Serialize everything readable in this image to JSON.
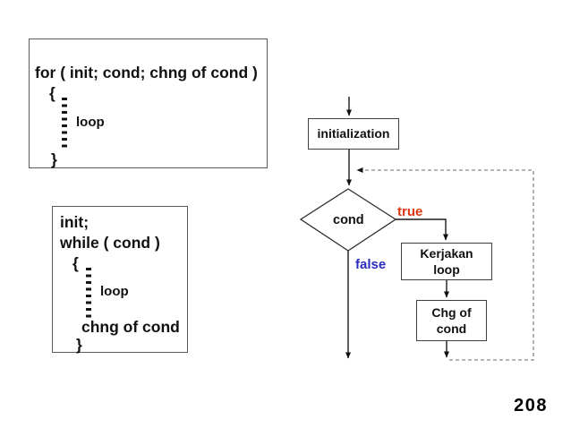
{
  "code_boxes": {
    "for_box": {
      "line1": "for ( init; cond; chng of cond )",
      "open_brace": "{",
      "loop_label": "loop",
      "close_brace": "}"
    },
    "while_box": {
      "line1": "init;",
      "line2": "while ( cond )",
      "open_brace": "{",
      "loop_label": "loop",
      "chng_line": "chng of cond",
      "close_brace": "}"
    }
  },
  "flowchart": {
    "init_label": "initialization",
    "cond_label": "cond",
    "true_label": "true",
    "false_label": "false",
    "kerjakan_line1": "Kerjakan",
    "kerjakan_line2": "loop",
    "chg_line1": "Chg of",
    "chg_line2": "cond",
    "colors": {
      "true_branch": "#e03512",
      "false_branch": "#2b2bbd",
      "line": "#1a1a1a",
      "dashed_loop": "#8a8a8a"
    }
  },
  "page_number": "208"
}
